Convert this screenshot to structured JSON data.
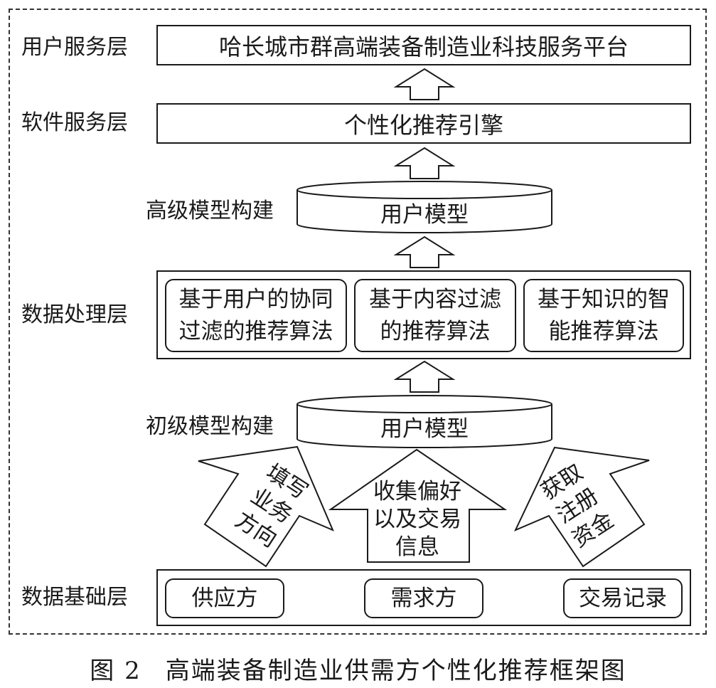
{
  "layers": {
    "user_service": {
      "label": "用户服务层",
      "box": "哈长城市群高端装备制造业科技服务平台"
    },
    "software_service": {
      "label": "软件服务层",
      "box": "个性化推荐引擎"
    },
    "advanced_model": {
      "label": "高级模型构建",
      "cylinder": "用户模型"
    },
    "data_processing": {
      "label": "数据处理层",
      "algorithms": [
        {
          "line1": "基于用户的协同",
          "line2": "过滤的推荐算法"
        },
        {
          "line1": "基于内容过滤",
          "line2": "的推荐算法"
        },
        {
          "line1": "基于知识的智",
          "line2": "能推荐算法"
        }
      ]
    },
    "primary_model": {
      "label": "初级模型构建",
      "cylinder": "用户模型"
    },
    "inputs": {
      "left": [
        "填写",
        "业务",
        "方向"
      ],
      "middle": [
        "收集偏好",
        "以及交易",
        "信息"
      ],
      "right": [
        "获取",
        "注册",
        "资金"
      ]
    },
    "data_foundation": {
      "label": "数据基础层",
      "items": [
        "供应方",
        "需求方",
        "交易记录"
      ]
    }
  },
  "caption": {
    "figure": "图 2",
    "title": "高端装备制造业供需方个性化推荐框架图"
  }
}
